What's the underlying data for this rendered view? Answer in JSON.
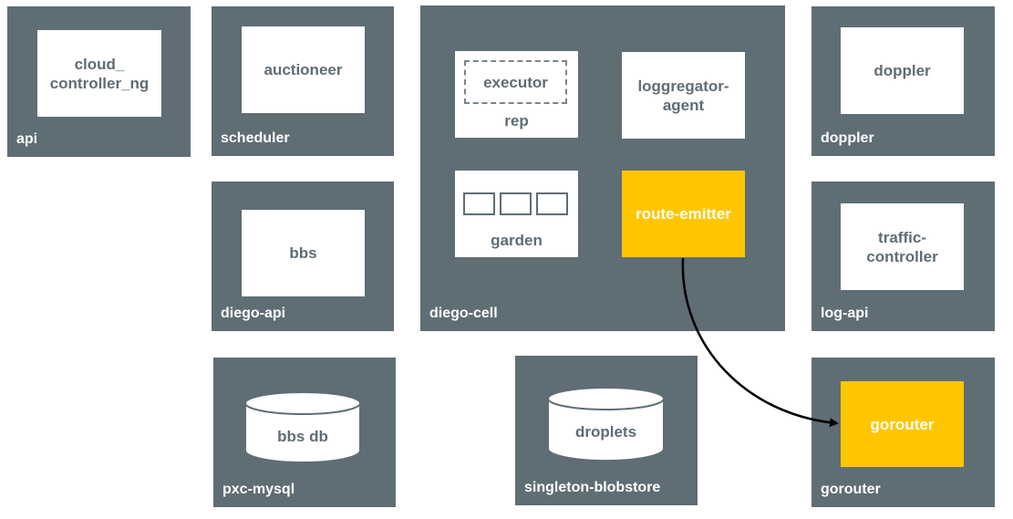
{
  "vms": {
    "api": "api",
    "scheduler": "scheduler",
    "diego_api": "diego-api",
    "diego_cell": "diego-cell",
    "doppler": "doppler",
    "log_api": "log-api",
    "pxc_mysql": "pxc-mysql",
    "singleton_blobstore": "singleton-blobstore",
    "gorouter": "gorouter"
  },
  "jobs": {
    "cloud_controller_ng": "cloud_\ncontroller_ng",
    "auctioneer": "auctioneer",
    "bbs": "bbs",
    "executor": "executor",
    "rep": "rep",
    "loggregator_agent": "loggregator-\nagent",
    "garden": "garden",
    "route_emitter": "route-emitter",
    "doppler": "doppler",
    "traffic_controller": "traffic-\ncontroller",
    "bbs_db": "bbs db",
    "droplets": "droplets",
    "gorouter": "gorouter"
  },
  "colors": {
    "vm_fill": "#5f6d75",
    "job_fill": "#ffffff",
    "highlight": "#ffc600",
    "arrow": "#000000"
  },
  "connections": [
    {
      "from": "route-emitter",
      "to": "gorouter"
    }
  ]
}
